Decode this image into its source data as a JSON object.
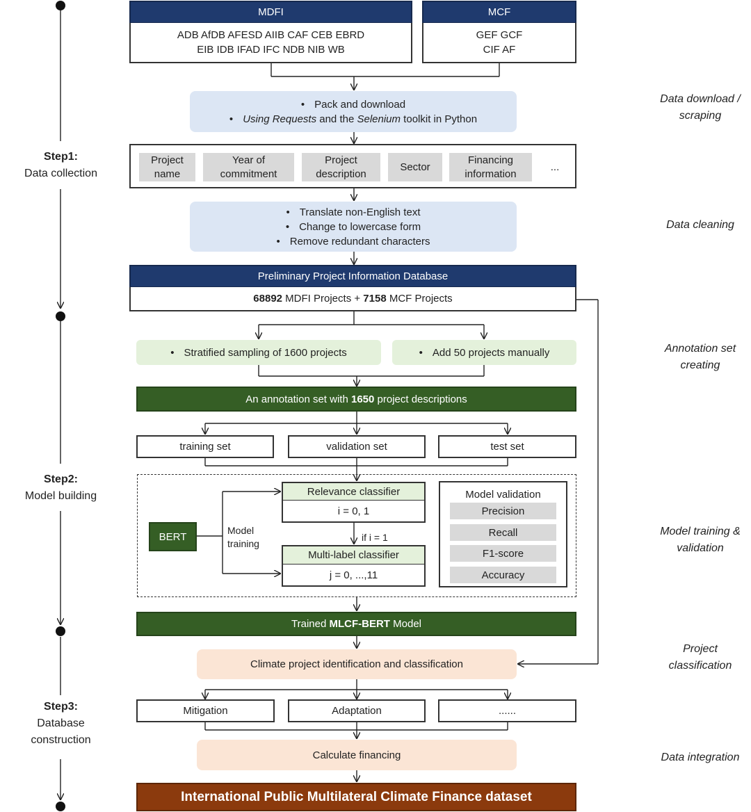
{
  "steps": {
    "step1": {
      "title": "Step1:",
      "name": "Data collection"
    },
    "step2": {
      "title": "Step2:",
      "name": "Model building"
    },
    "step3": {
      "title": "Step3:",
      "name1": "Database",
      "name2": "construction"
    }
  },
  "side_labels": {
    "download1": "Data download /",
    "download2": "scraping",
    "cleaning": "Data cleaning",
    "annotation1": "Annotation set",
    "annotation2": "creating",
    "training1": "Model training &",
    "training2": "validation",
    "classification1": "Project",
    "classification2": "classification",
    "integration": "Data integration"
  },
  "mdfi": {
    "title": "MDFI",
    "line1": "ADB AfDB AFESD AIIB CAF CEB EBRD",
    "line2": "EIB IDB IFAD IFC NDB NIB WB"
  },
  "mcf": {
    "title": "MCF",
    "line1": "GEF GCF",
    "line2": "CIF AF"
  },
  "download": {
    "item1": "Pack and download",
    "item2_a": "Using Requests",
    "item2_b": " and the ",
    "item2_c": "Selenium",
    "item2_d": " toolkit in Python"
  },
  "fields": [
    {
      "l1": "Project",
      "l2": "name"
    },
    {
      "l1": "Year of",
      "l2": "commitment"
    },
    {
      "l1": "Project",
      "l2": "description"
    },
    {
      "l1": "Sector",
      "l2": ""
    },
    {
      "l1": "Financing",
      "l2": "information"
    }
  ],
  "fields_more": "...",
  "cleaning": {
    "item1": "Translate non-English text",
    "item2": "Change to lowercase form",
    "item3": "Remove redundant characters"
  },
  "prelim_db": {
    "title": "Preliminary Project Information Database",
    "mdfi_count": "68892",
    "mdfi_text": " MDFI Projects + ",
    "mcf_count": "7158",
    "mcf_text": " MCF Projects"
  },
  "sampling": {
    "left": "Stratified sampling of 1600 projects",
    "right": "Add 50 projects manually"
  },
  "annotation_set": {
    "pre": "An annotation set with ",
    "count": "1650",
    "post": " project descriptions"
  },
  "splits": {
    "training": "training set",
    "validation": "validation set",
    "test": "test set"
  },
  "model": {
    "bert": "BERT",
    "training_l1": "Model",
    "training_l2": "training",
    "relevance_title": "Relevance classifier",
    "relevance_val": "i = 0, 1",
    "if_label": "if i = 1",
    "multilabel_title": "Multi-label classifier",
    "multilabel_val": "j = 0, ...,11",
    "validation_title": "Model validation",
    "metrics": [
      "Precision",
      "Recall",
      "F1-score",
      "Accuracy"
    ]
  },
  "trained": {
    "pre": "Trained ",
    "name": "MLCF-BERT",
    "post": " Model"
  },
  "identification": "Climate project identification and classification",
  "categories": {
    "mitigation": "Mitigation",
    "adaptation": "Adaptation",
    "more": "......"
  },
  "calculate": "Calculate financing",
  "final": "International Public Multilateral Climate Finance dataset"
}
